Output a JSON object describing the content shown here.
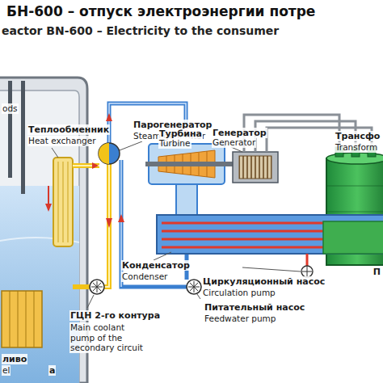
{
  "diagram": {
    "title": "БН-600 – отпуск электроэнергии потре",
    "labels": [
      "eactor BN-600 – Electricity to the consumer",
      "ods",
      "Теплообменник",
      "Heat exchanger",
      "Парогенератор",
      "Steam generator",
      "Турбина",
      "Turbine",
      "Генератор",
      "Generator",
      "Трансфо",
      "Transform",
      "П",
      "Конденсатор",
      "Condenser",
      "Циркуляционный насос",
      "Circulation pump",
      "ГЦН 2-го контура",
      "Main coolant pump of the secondary circuit",
      "Питательный насос",
      "Feedwater pump",
      "ливо",
      "el",
      "а"
    ]
  }
}
